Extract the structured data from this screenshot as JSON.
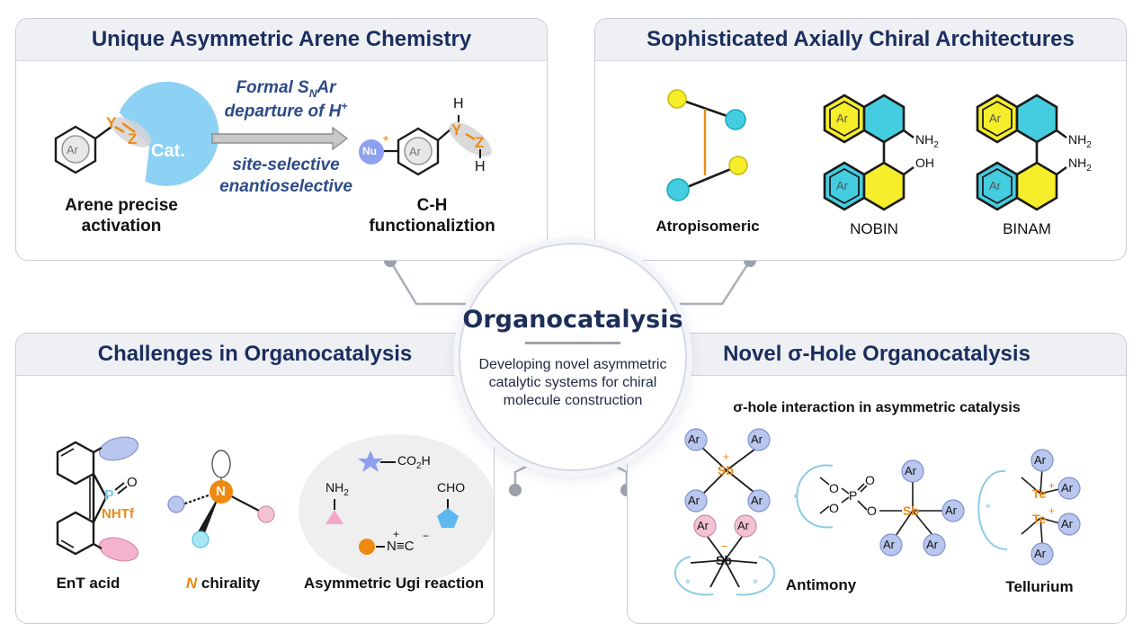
{
  "center": {
    "title": "Organocatalysis",
    "subtitle": "Developing novel asymmetric\ncatalytic systems for chiral\nmolecule construction"
  },
  "panels": {
    "arene": {
      "title": "Unique Asymmetric Arene Chemistry",
      "arrow_top_1": "Formal S",
      "arrow_top_sub": "N",
      "arrow_top_2": "Ar",
      "arrow_top_3": "departure of H",
      "arrow_top_sup": "+",
      "arrow_bottom_1": "site-selective",
      "arrow_bottom_2": "enantioselective",
      "left_label_1": "Arene precise",
      "left_label_2": "activation",
      "right_label_1": "C-H",
      "right_label_2": "functionaliztion",
      "ar": "Ar",
      "cat": "Cat.",
      "y": "Y",
      "z": "Z",
      "nu": "Nu",
      "star": "*",
      "h": "H"
    },
    "axial": {
      "title": "Sophisticated Axially Chiral Architectures",
      "label_1": "Atropisomeric",
      "label_2": "NOBIN",
      "label_3": "BINAM",
      "ar": "Ar",
      "nh2": "NH",
      "sub2": "2",
      "oh": "OH"
    },
    "challenges": {
      "title": "Challenges in Organocatalysis",
      "label_1": "EnT acid",
      "label_2_n": "N",
      "label_2_rest": " chirality",
      "label_3": "Asymmetric Ugi reaction",
      "p": "P",
      "o": "O",
      "nhtf": "NHTf",
      "n": "N",
      "nh2": "NH",
      "co2h": "CO",
      "co2h_end": "H",
      "sub2": "2",
      "cho": "CHO",
      "plus": "+",
      "minus": "−",
      "nc": "N≡C"
    },
    "sigma": {
      "title": "Novel σ-Hole Organocatalysis",
      "subtitle": "σ-hole interaction in asymmetric catalysis",
      "label_1": "Antimony",
      "label_2": "Tellurium",
      "ar": "Ar",
      "sb": "Sb",
      "te": "Te",
      "p": "P",
      "o": "O",
      "plus": "+",
      "minus": "−",
      "star": "*"
    }
  },
  "colors": {
    "title_navy": "#1b2e5e",
    "orange": "#ee8a12",
    "cyan": "#44cde0",
    "yellow": "#f6ee2a",
    "pink": "#f3b3cc",
    "lavender": "#b9c7ee",
    "sky": "#7cc8f0"
  }
}
